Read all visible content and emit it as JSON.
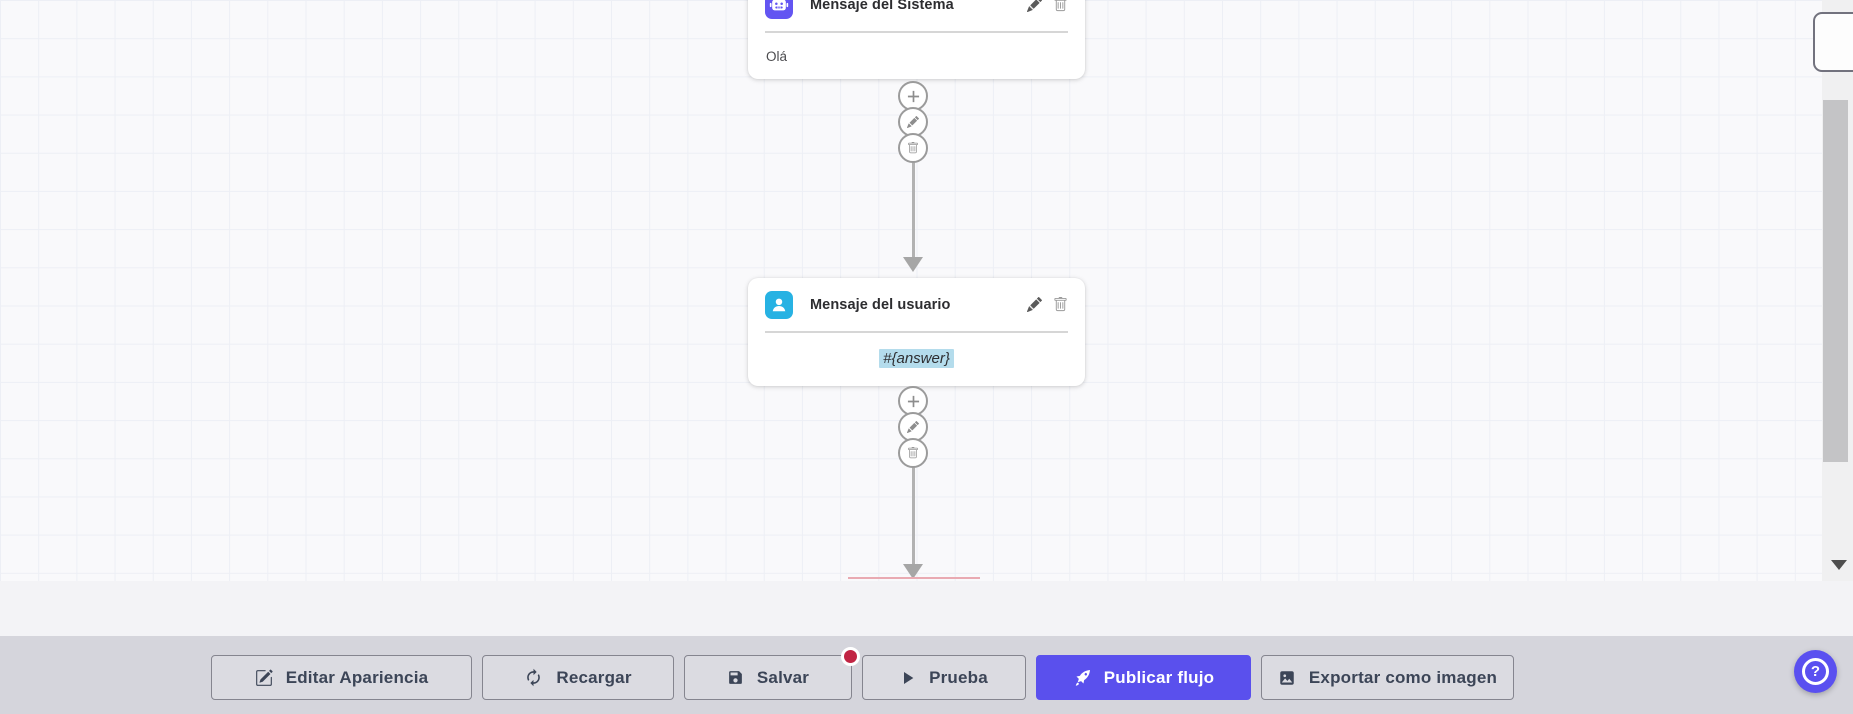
{
  "flow": {
    "nodes": [
      {
        "title": "Mensaje del Sistema",
        "body": "Olá",
        "icon": "bot-icon",
        "icon_color": "#6355f2"
      },
      {
        "title": "Mensaje del usuario",
        "body": "#{answer}",
        "icon": "user-icon",
        "icon_color": "#27b2e3",
        "body_highlight_color": "#b4dcec"
      }
    ],
    "node_actions": [
      "edit",
      "delete"
    ],
    "connector_actions": [
      "add",
      "edit",
      "delete"
    ]
  },
  "toolbar": {
    "buttons": [
      {
        "label": "Editar Apariencia",
        "icon": "edit-square-icon"
      },
      {
        "label": "Recargar",
        "icon": "refresh-icon"
      },
      {
        "label": "Salvar",
        "icon": "save-icon",
        "has_badge": true
      },
      {
        "label": "Prueba",
        "icon": "play-icon"
      },
      {
        "label": "Publicar flujo",
        "icon": "rocket-icon",
        "primary": true
      },
      {
        "label": "Exportar como imagen",
        "icon": "image-icon"
      }
    ]
  },
  "help_button": {
    "glyph": "?"
  },
  "colors": {
    "primary": "#5a50ed",
    "bot_icon": "#6355f2",
    "user_icon": "#27b2e3",
    "badge_red": "#c12443",
    "answer_highlight": "#b4dcec",
    "toolbar_bg": "#d5d5dc",
    "canvas_bg": "#f9f9fb"
  }
}
